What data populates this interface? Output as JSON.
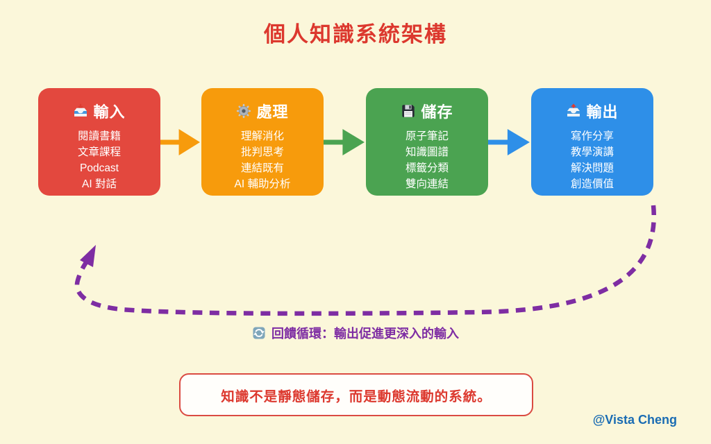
{
  "title": "個人知識系統架構",
  "title_color": "#dc382e",
  "background": "#fbf7da",
  "stages": [
    {
      "title": "輸入",
      "icon": "inbox-tray-icon",
      "color": "#e3483e",
      "items": [
        "閱讀書籍",
        "文章課程",
        "Podcast",
        "AI 對話"
      ]
    },
    {
      "title": "處理",
      "icon": "gear-icon",
      "color": "#f79b0c",
      "items": [
        "理解消化",
        "批判思考",
        "連結既有",
        "AI 輔助分析"
      ]
    },
    {
      "title": "儲存",
      "icon": "floppy-disk-icon",
      "color": "#4ba351",
      "items": [
        "原子筆記",
        "知識圖譜",
        "標籤分類",
        "雙向連結"
      ]
    },
    {
      "title": "輸出",
      "icon": "outbox-tray-icon",
      "color": "#2e8fe8",
      "items": [
        "寫作分享",
        "教學演講",
        "解決問題",
        "創造價值"
      ]
    }
  ],
  "connectors": [
    {
      "color": "#f79b0c"
    },
    {
      "color": "#4ba351"
    },
    {
      "color": "#2e8fe8"
    }
  ],
  "feedback": {
    "icon": "counterclockwise-arrows-icon",
    "label": "回饋循環：輸出促進更深入的輸入",
    "color": "#7e2da3"
  },
  "note": {
    "text": "知識不是靜態儲存，而是動態流動的系統。",
    "text_color": "#dc382e",
    "border_color": "#da4b42",
    "background": "#fffefb"
  },
  "attribution": {
    "text": "@Vista Cheng",
    "color": "#1a6cb3"
  }
}
